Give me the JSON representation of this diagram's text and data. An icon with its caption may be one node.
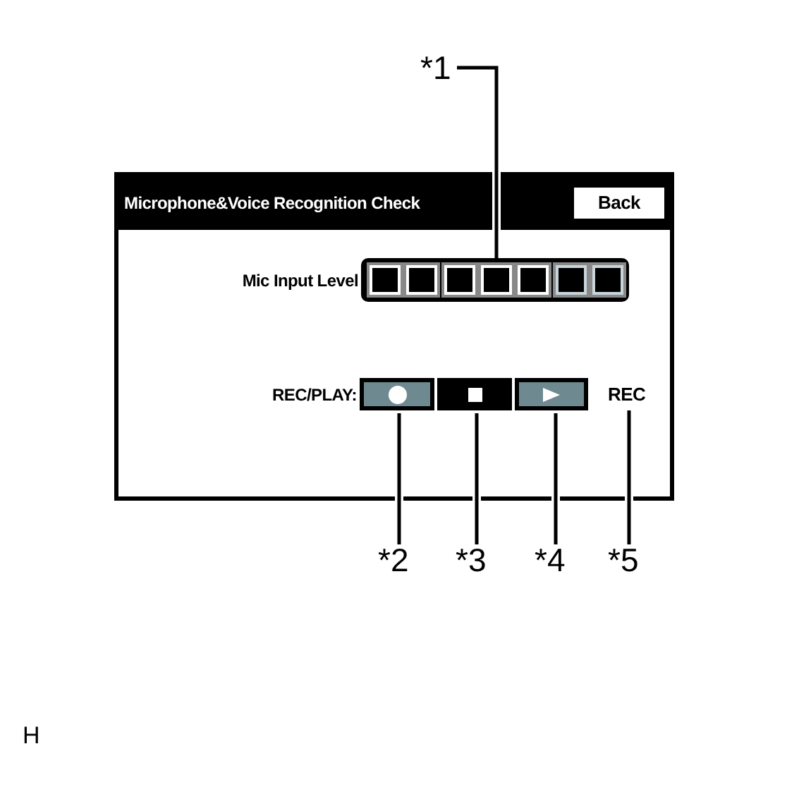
{
  "diagram": {
    "nodes": [
      {
        "text": [
          "*1"
        ]
      },
      {
        "text": [
          "Microphone&Voice Recognition Check"
        ]
      },
      {
        "text": [
          "Back"
        ],
        "in": 1
      },
      {
        "text": [],
        "shape": "bar",
        "in": 1,
        "beside": [
          "Mic Input Level"
        ]
      },
      {
        "text": [],
        "shape": "box",
        "in": 1,
        "beside": [
          "REC/PLAY:"
        ]
      },
      {
        "text": [],
        "shape": "box",
        "in": 1
      },
      {
        "text": [],
        "shape": "box",
        "in": 1
      },
      {
        "text": [
          "REC"
        ],
        "in": 1
      },
      {
        "text": [
          "*2"
        ]
      },
      {
        "text": [
          "*3"
        ]
      },
      {
        "text": [
          "*4"
        ]
      },
      {
        "text": [
          "*5"
        ]
      }
    ],
    "edges": [
      {
        "from": 0,
        "to": 3,
        "arrow": "none"
      },
      {
        "from": 8,
        "to": 4,
        "arrow": "none"
      },
      {
        "from": 9,
        "to": 5,
        "arrow": "none"
      },
      {
        "from": 10,
        "to": 6,
        "arrow": "none"
      },
      {
        "from": 11,
        "to": 7,
        "arrow": "none"
      }
    ],
    "labels": [
      "H"
    ]
  }
}
